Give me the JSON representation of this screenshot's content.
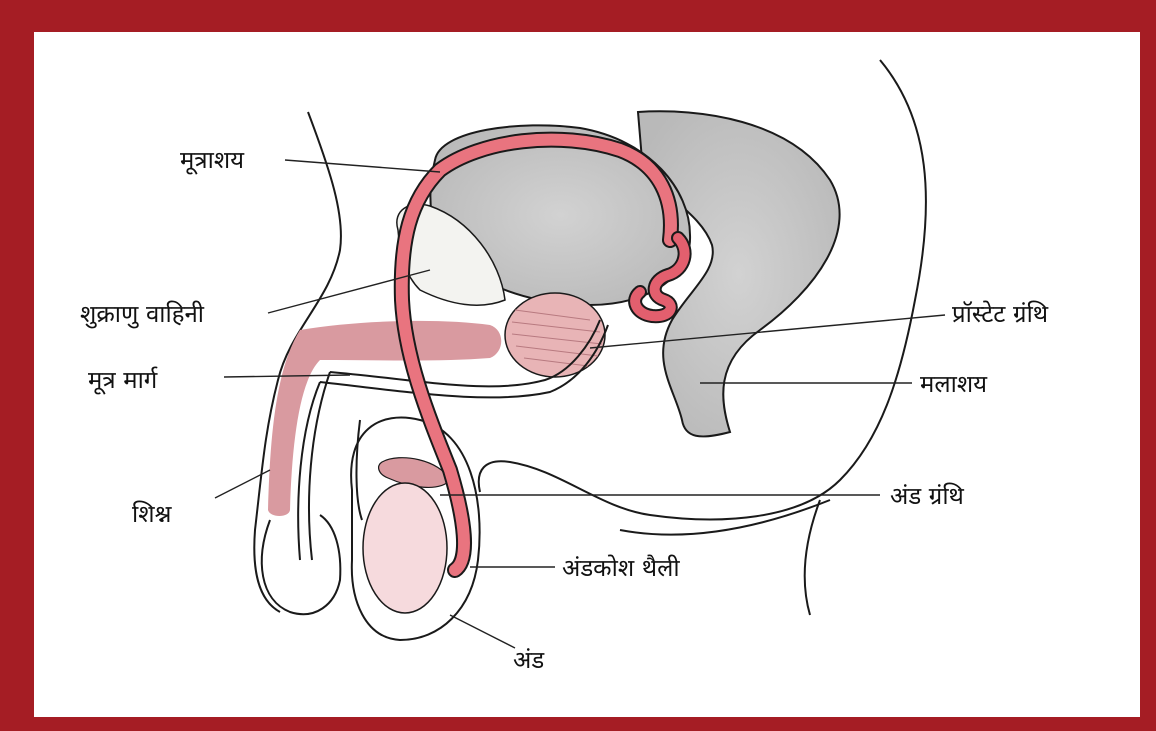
{
  "diagram": {
    "labels": {
      "bladder": "मूत्राशय",
      "vas_deferens": "शुक्राणु वाहिनी",
      "urethra": "मूत्र मार्ग",
      "penis": "शिश्न",
      "prostate": "प्रॉस्टेट ग्रंथि",
      "rectum": "मलाशय",
      "epididymis": "अंड ग्रंथि",
      "scrotum": "अंडकोश थैली",
      "testis": "अंड"
    },
    "colors": {
      "frame": "#a51d24",
      "duct_pink": "#e9747f",
      "tissue_pink": "#d99aa0",
      "light_pink": "#f6dadd",
      "organ_gray": "#c9c9c9"
    }
  }
}
